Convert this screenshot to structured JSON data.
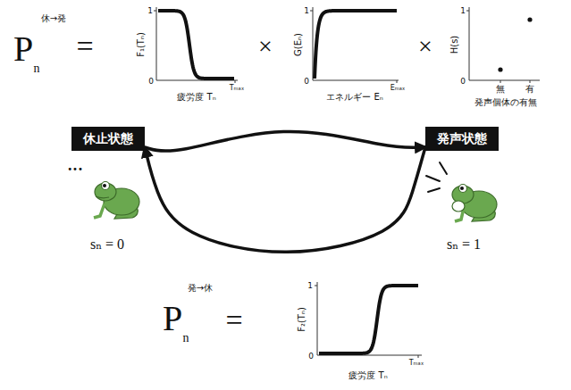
{
  "diagram": {
    "nodes": [
      {
        "text": [
          "休止状態"
        ]
      },
      {
        "text": [
          "発声状態"
        ]
      }
    ],
    "edges": [
      {
        "from": 0,
        "to": 1,
        "arrow": "to"
      },
      {
        "from": 1,
        "to": 0,
        "arrow": "to"
      }
    ],
    "labels": [
      "P",
      "休→発",
      "n",
      "=",
      "1",
      "0",
      "Tₘₐₓ",
      "F₁(Tₙ)",
      "疲労度 Tₙ",
      "×",
      "1",
      "0",
      "Eₘₐₓ",
      "G(Eₙ)",
      "エネルギー Eₙ",
      "×",
      "1",
      "0",
      "H(s)",
      "無",
      "有",
      "発声個体の有無",
      "•••",
      "sₙ = 0",
      "sₙ = 1",
      "P",
      "発→休",
      "n",
      "=",
      "1",
      "0",
      "Tₘₐₓ",
      "F₂(Tₙ)",
      "疲労度 Tₙ"
    ]
  }
}
